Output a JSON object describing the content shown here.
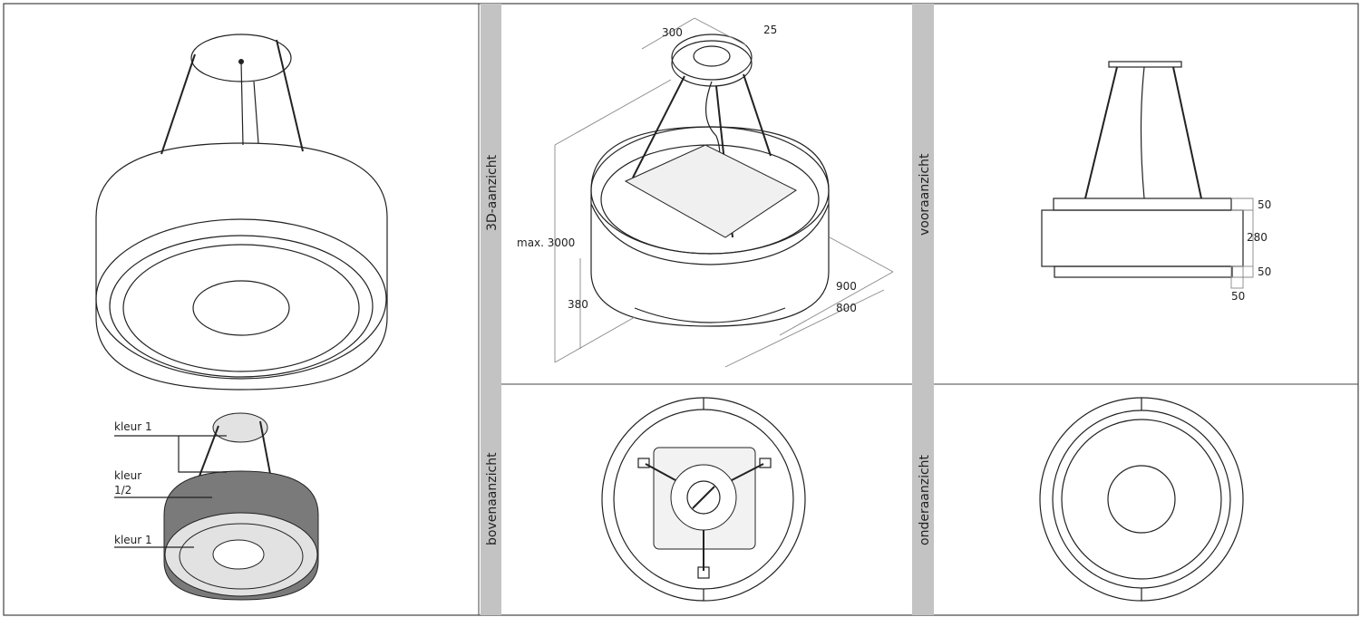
{
  "left_panel": {
    "labels": {
      "top": "kleur 1",
      "middle_line1": "kleur",
      "middle_line2": "1/2",
      "bottom": "kleur 1"
    }
  },
  "views": {
    "view_3d": "3D-aanzicht",
    "front": "vooraanzicht",
    "top": "bovenaanzicht",
    "bottom": "onderaanzicht"
  },
  "dimensions_3d": {
    "canopy_diameter": "300",
    "canopy_height": "25",
    "max_height": "max. 3000",
    "body_height": "380",
    "outer_diameter": "900",
    "body_diameter": "800"
  },
  "dimensions_front": {
    "top_ring": "50",
    "body": "280",
    "bottom_ring": "50",
    "inset": "50"
  },
  "colors": {
    "band": "#c3c3c3",
    "dark_body": "#7a7a7a",
    "light_fill": "#e2e2e2",
    "line": "#222222"
  }
}
